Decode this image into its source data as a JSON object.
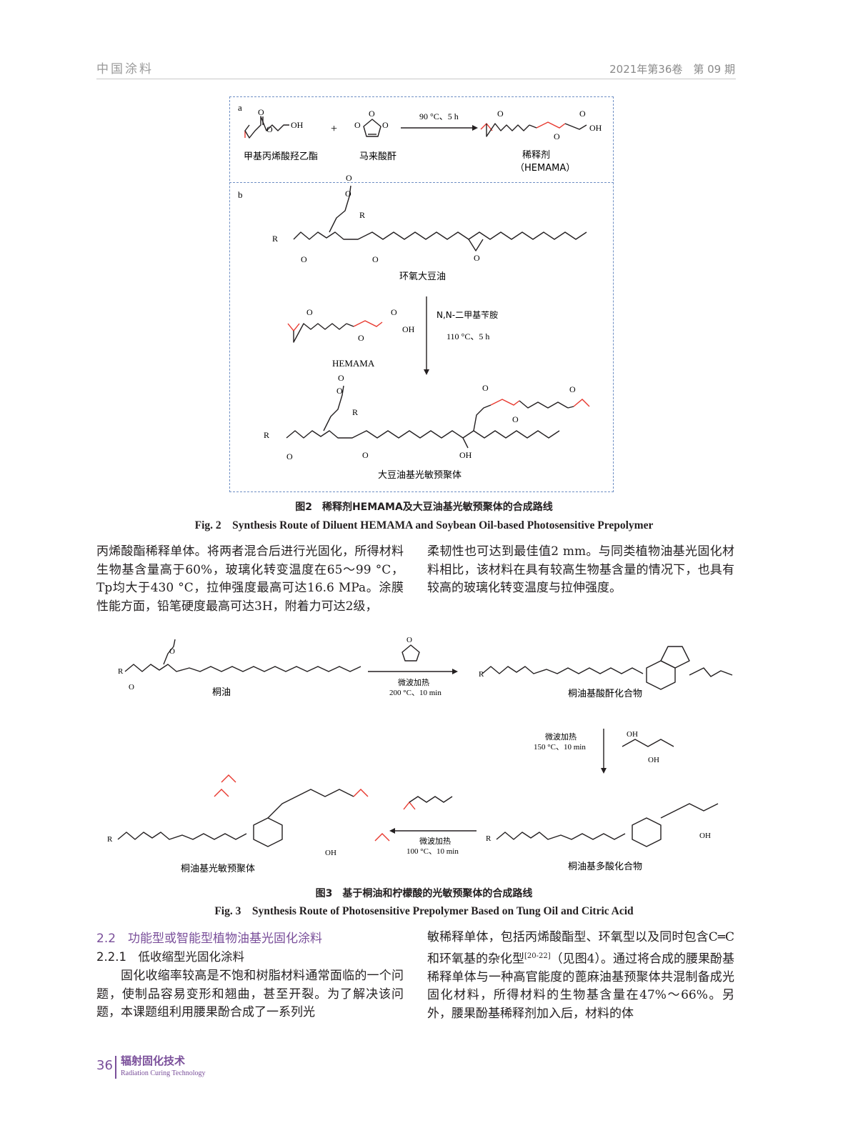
{
  "header": {
    "journal": "中国涂料",
    "issue": "2021年第36卷　第 09 期"
  },
  "fig2": {
    "panel_a": "a",
    "panel_b": "b",
    "reactant1": "甲基丙烯酸羟乙酯",
    "reactant2": "马来酸酐",
    "condition1": "90 °C、5 h",
    "product1_line1": "稀释剂",
    "product1_line2": "（HEMAMA）",
    "esbo": "环氧大豆油",
    "hemama_label": "HEMAMA",
    "catalyst": "N,N-二甲基苄胺",
    "condition2": "110 °C、5 h",
    "product2": "大豆油基光敏预聚体",
    "atoms": {
      "O": "O",
      "OH": "OH",
      "R1": "R",
      "R2": "R",
      "plus": "+"
    },
    "caption_cn": "图2　稀释剂HEMAMA及大豆油基光敏预聚体的合成路线",
    "caption_en": "Fig. 2　Synthesis Route of Diluent HEMAMA and Soybean Oil-based Photosensitive Prepolymer"
  },
  "text1": {
    "left": "丙烯酸酯稀释单体。将两者混合后进行光固化，所得材料生物基含量高于60%，玻璃化转变温度在65～99 °C，Tp均大于430 °C，拉伸强度最高可达16.6 MPa。涂膜性能方面，铅笔硬度最高可达3H，附着力可达2级，",
    "right": "柔韧性也可达到最佳值2 mm。与同类植物油基光固化材料相比，该材料在具有较高生物基含量的情况下，也具有较高的玻璃化转变温度与拉伸强度。"
  },
  "fig3": {
    "tung_oil": "桐油",
    "step1_top": "微波加热",
    "step1_bottom": "200 °C、10 min",
    "anhydride_product": "桐油基酸酐化合物",
    "step2_top": "微波加热",
    "step2_bottom": "150 °C、10 min",
    "polyacid_product": "桐油基多酸化合物",
    "step3_top": "微波加热",
    "step3_bottom": "100 °C、10 min",
    "prepolymer": "桐油基光敏预聚体",
    "caption_cn": "图3　基于桐油和柠檬酸的光敏预聚体的合成路线",
    "caption_en": "Fig. 3　Synthesis Route of Photosensitive Prepolymer Based on Tung Oil and Citric Acid"
  },
  "section": {
    "h2": "2.2　功能型或智能型植物油基光固化涂料",
    "h3": "2.2.1　低收缩型光固化涂料",
    "left_para": "固化收缩率较高是不饱和树脂材料通常面临的一个问题，使制品容易变形和翘曲，甚至开裂。为了解决该问题，本课题组利用腰果酚合成了一系列光",
    "right_para_1": "敏稀释单体，包括丙烯酸酯型、环氧型以及同时包含C═C和环氧基的杂化型",
    "right_para_ref": "[20-22]",
    "right_para_2": "（见图4）。通过将合成的腰果酚基稀释单体与一种高官能度的蓖麻油基预聚体共混制备成光固化材料，所得材料的生物基含量在47%～66%。另外，腰果酚基稀释剂加入后，材料的体"
  },
  "footer": {
    "page": "36",
    "journal_cn": "辐射固化技术",
    "journal_en": "Radiation Curing Technology"
  },
  "colors": {
    "accent": "#7a4f9a",
    "frame": "#6f8fc4",
    "highlight": "#e8382e"
  }
}
